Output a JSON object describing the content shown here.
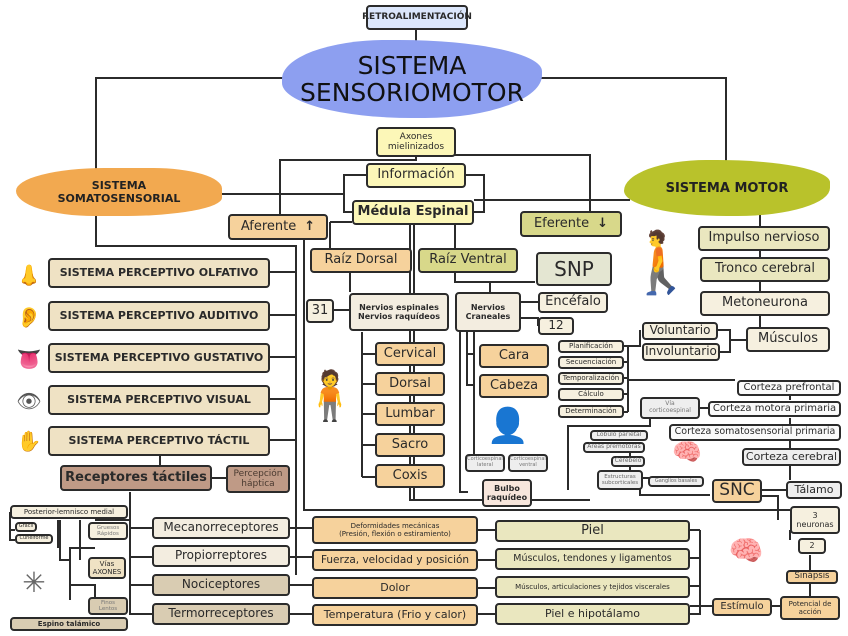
{
  "colors": {
    "title_blob": "#8d9ff0",
    "somatosensorial_blob": "#f2a950",
    "motor_blob": "#b9c22b",
    "line": "#2b2b2b"
  },
  "top": {
    "feedback": "RETROALIMENTACIÓN",
    "title": "SISTEMA\nSENSORIOMOTOR",
    "axones": "Axones\nmielinizados",
    "informacion": "Información",
    "medula": "Médula Espinal",
    "aferente": "Aferente",
    "eferente": "Eferente",
    "raiz_dorsal": "Raíz Dorsal",
    "raiz_ventral": "Raíz Ventral",
    "snp": "SNP"
  },
  "somatosensorial": {
    "title": "SISTEMA\nSOMATOSENSORIAL",
    "systems": [
      {
        "label": "SISTEMA PERCEPTIVO OLFATIVO",
        "icon": "nose-icon"
      },
      {
        "label": "SISTEMA PERCEPTIVO AUDITIVO",
        "icon": "ear-icon"
      },
      {
        "label": "SISTEMA PERCEPTIVO GUSTATIVO",
        "icon": "tongue-icon"
      },
      {
        "label": "SISTEMA PERCEPTIVO VISUAL",
        "icon": "eye-icon"
      },
      {
        "label": "SISTEMA PERCEPTIVO TÁCTIL",
        "icon": "hand-icon"
      }
    ],
    "receptores": "Receptores táctiles",
    "percepcion": "Percepción\nháptica"
  },
  "spinal": {
    "count": "31",
    "nervios": "Nervios espinales\nNervios raquídeos",
    "segments": [
      "Cervical",
      "Dorsal",
      "Lumbar",
      "Sacro",
      "Coxis"
    ]
  },
  "cranial": {
    "nervios": "Nervios\nCraneales",
    "encefalo": "Encéfalo",
    "count": "12",
    "parts": [
      "Cara",
      "Cabeza"
    ],
    "corticoespinal_lateral": "Corticoespinal\nlateral",
    "corticoespinal_ventral": "Corticoespinal\nventral",
    "bulbo": "Bulbo\nraquídeo"
  },
  "motor": {
    "title": "SISTEMA MOTOR",
    "chain": [
      "Impulso nervioso",
      "Tronco cerebral",
      "Metoneurona"
    ],
    "voluntario": "Voluntario",
    "involuntario": "Involuntario",
    "musculos": "Músculos"
  },
  "functions": [
    "Planificación",
    "Secuenciación",
    "Temporalización",
    "Cálculo",
    "Determinación"
  ],
  "cortex": {
    "prefrontal": "Corteza prefrontal",
    "via": "Vía\ncorticoespinal",
    "motora": "Corteza motora primaria",
    "somatosensorial": "Corteza somatosensorial primaria",
    "cerebral": "Corteza cerebral",
    "lobulo": "Lóbulo parietal",
    "areas": "Áreas premotoras",
    "cerebelo": "Cerebelo",
    "estructuras": "Estructuras\nsubcorticales",
    "ganglios": "Ganglios basales",
    "snc": "SNC",
    "talamo": "Tálamo"
  },
  "synapse": {
    "tres": "3\nneuronas",
    "dos": "2",
    "sinapsis": "Sinápsis",
    "potencial": "Potencial de\nacción",
    "estimulo": "Estímulo"
  },
  "pathways": {
    "lemnisco": "Posterior-lemnisco medial",
    "gracil": "Gracil",
    "cuneiforme": "Cuneiforme",
    "gruesos": "Gruesos\nRápidos",
    "vias": "Vías\nAXONES",
    "finos": "Finos\nLentos",
    "espino": "Espino talámico"
  },
  "receptors": [
    {
      "type": "Mecanorreceptores",
      "stimulus": "Deformidades mecánicas\n(Presión, flexión o estiramiento)",
      "location": "Piel"
    },
    {
      "type": "Propiorreptores",
      "stimulus": "Fuerza, velocidad y posición",
      "location": "Músculos, tendones y ligamentos"
    },
    {
      "type": "Nociceptores",
      "stimulus": "Dolor",
      "location": "Músculos, articulaciones y  tejidos viscerales"
    },
    {
      "type": "Termorreceptores",
      "stimulus": "Temperatura (Frio y calor)",
      "location": "Piel e hipotálamo"
    }
  ]
}
